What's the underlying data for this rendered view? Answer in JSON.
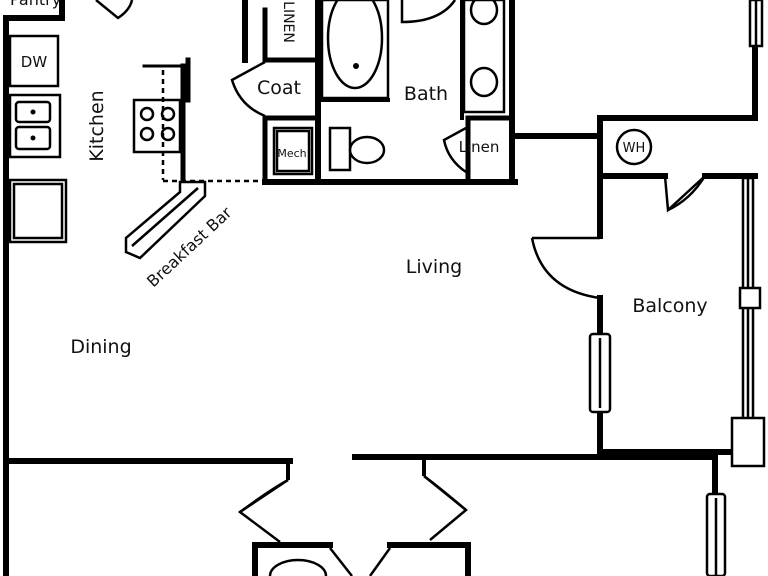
{
  "rooms": {
    "pantry": "Pantry",
    "dw": "DW",
    "kitchen": "Kitchen",
    "linen_top": "LINEN",
    "coat": "Coat",
    "bath": "Bath",
    "mech": "Mech",
    "linen_bath": "Linen",
    "wh": "WH",
    "breakfast_bar": "Breakfast Bar",
    "living": "Living",
    "balcony": "Balcony",
    "dining": "Dining"
  },
  "colors": {
    "wall": "#000000",
    "background": "#ffffff"
  }
}
